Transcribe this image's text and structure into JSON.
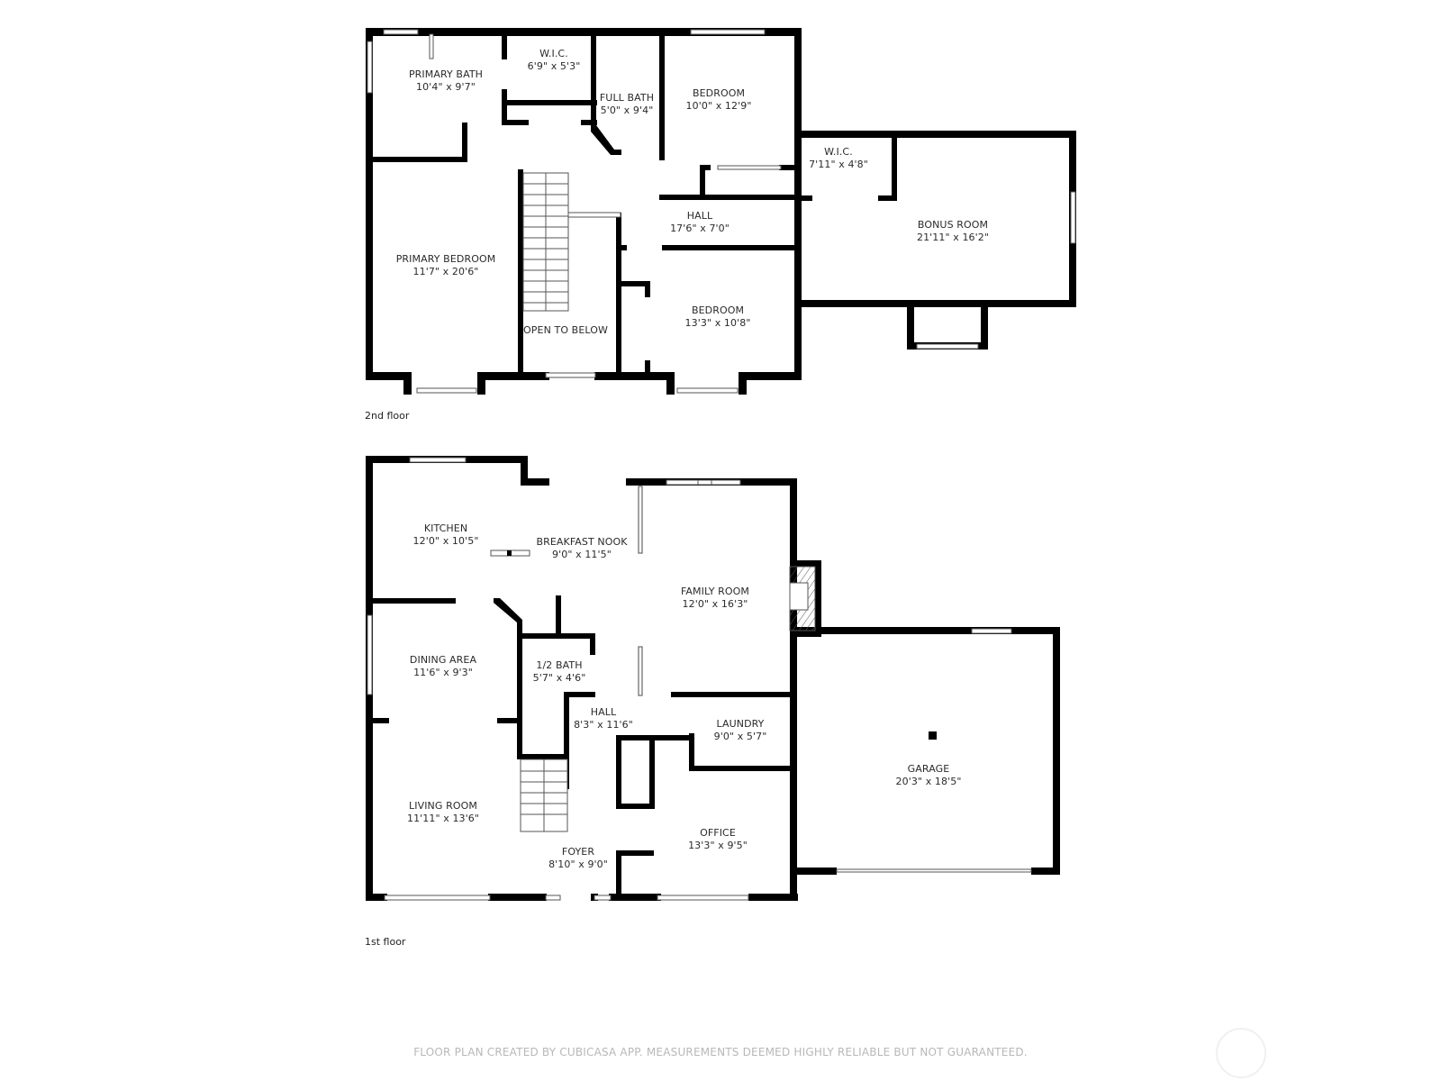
{
  "floors": [
    {
      "label": "2nd floor",
      "rooms": [
        {
          "name": "PRIMARY BATH",
          "size": "10'4\" x 9'7\""
        },
        {
          "name": "W.I.C.",
          "size": "6'9\" x 5'3\""
        },
        {
          "name": "FULL BATH",
          "size": "5'0\" x 9'4\""
        },
        {
          "name": "BEDROOM",
          "size": "10'0\" x 12'9\""
        },
        {
          "name": "W.I.C.",
          "size": "7'11\" x 4'8\""
        },
        {
          "name": "HALL",
          "size": "17'6\" x 7'0\""
        },
        {
          "name": "BONUS ROOM",
          "size": "21'11\" x 16'2\""
        },
        {
          "name": "PRIMARY BEDROOM",
          "size": "11'7\" x 20'6\""
        },
        {
          "name": "OPEN TO BELOW",
          "size": ""
        },
        {
          "name": "BEDROOM",
          "size": "13'3\" x 10'8\""
        }
      ]
    },
    {
      "label": "1st floor",
      "rooms": [
        {
          "name": "KITCHEN",
          "size": "12'0\" x 10'5\""
        },
        {
          "name": "BREAKFAST NOOK",
          "size": "9'0\" x 11'5\""
        },
        {
          "name": "FAMILY ROOM",
          "size": "12'0\" x 16'3\""
        },
        {
          "name": "DINING AREA",
          "size": "11'6\" x 9'3\""
        },
        {
          "name": "1/2 BATH",
          "size": "5'7\" x 4'6\""
        },
        {
          "name": "HALL",
          "size": "8'3\" x 11'6\""
        },
        {
          "name": "LAUNDRY",
          "size": "9'0\" x 5'7\""
        },
        {
          "name": "GARAGE",
          "size": "20'3\" x 18'5\""
        },
        {
          "name": "LIVING ROOM",
          "size": "11'11\" x 13'6\""
        },
        {
          "name": "FOYER",
          "size": "8'10\" x 9'0\""
        },
        {
          "name": "OFFICE",
          "size": "13'3\" x 9'5\""
        }
      ]
    }
  ],
  "footer": {
    "disclaimer": "FLOOR PLAN CREATED BY CUBICASA APP. MEASUREMENTS DEEMED HIGHLY RELIABLE BUT NOT GUARANTEED."
  },
  "colors": {
    "wall": "#000000",
    "background": "#ffffff",
    "footer_text": "#b8b8b8"
  }
}
